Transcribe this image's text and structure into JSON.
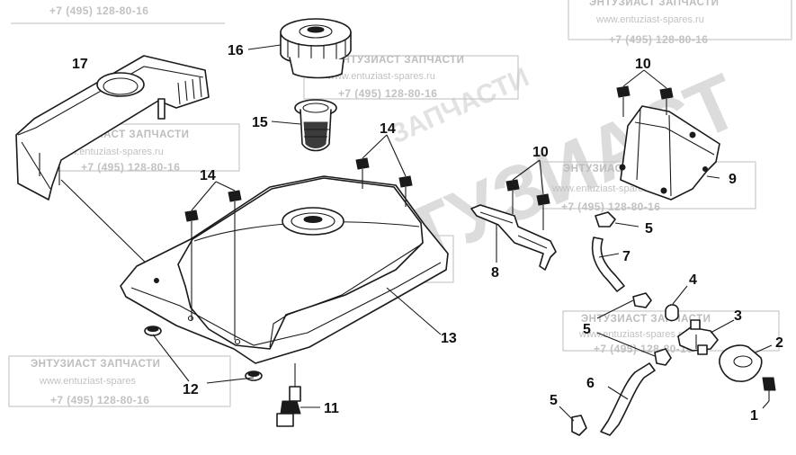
{
  "watermark": {
    "company": "ЭНТУЗИАСТ ЗАПЧАСТИ",
    "site": "www.entuziast-spares.ru",
    "phone": "+7 (495) 128-80-16",
    "site_partial": "www.entuziast-spares",
    "brand_big": "ЭНТУЗИАСТ",
    "brand_small": "ЗАПЧАСТИ"
  },
  "callouts": [
    {
      "id": "1",
      "label": "1"
    },
    {
      "id": "2",
      "label": "2"
    },
    {
      "id": "3",
      "label": "3"
    },
    {
      "id": "4",
      "label": "4"
    },
    {
      "id": "5a",
      "label": "5"
    },
    {
      "id": "5b",
      "label": "5"
    },
    {
      "id": "5c",
      "label": "5"
    },
    {
      "id": "6",
      "label": "6"
    },
    {
      "id": "7",
      "label": "7"
    },
    {
      "id": "8",
      "label": "8"
    },
    {
      "id": "9",
      "label": "9"
    },
    {
      "id": "10a",
      "label": "10"
    },
    {
      "id": "10b",
      "label": "10"
    },
    {
      "id": "11",
      "label": "11"
    },
    {
      "id": "12",
      "label": "12"
    },
    {
      "id": "13",
      "label": "13"
    },
    {
      "id": "14a",
      "label": "14"
    },
    {
      "id": "14b",
      "label": "14"
    },
    {
      "id": "15",
      "label": "15"
    },
    {
      "id": "16",
      "label": "16"
    },
    {
      "id": "17",
      "label": "17"
    }
  ]
}
